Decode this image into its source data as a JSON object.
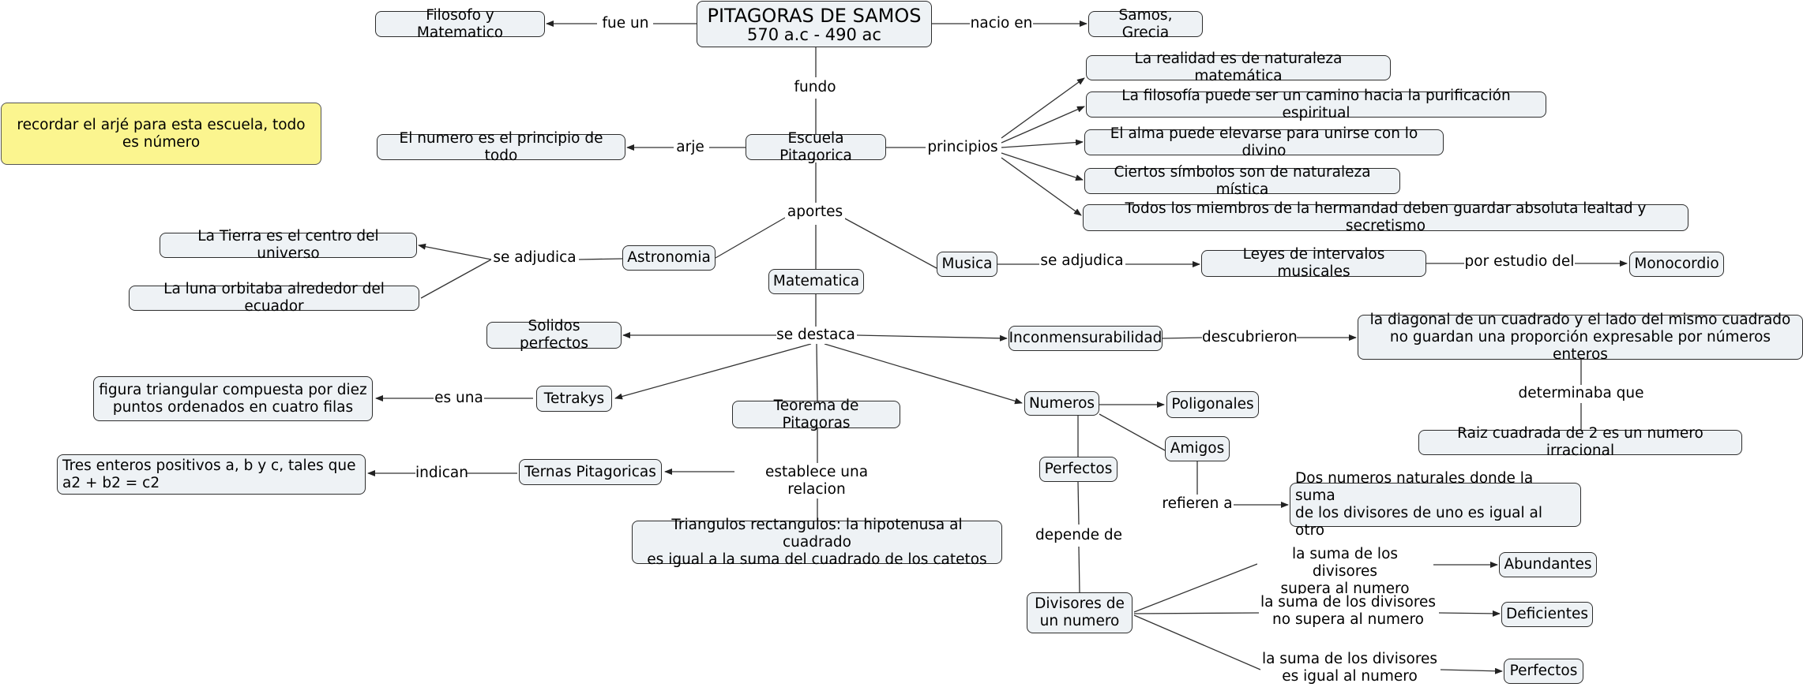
{
  "central": {
    "title": "PITAGORAS DE SAMOS",
    "subtitle": "570 a.c - 490 ac"
  },
  "nodes": {
    "filosofo": "Filosofo y Matematico",
    "samos": "Samos, Grecia",
    "escuela": "Escuela Pitagorica",
    "numero_principio": "El numero es el principio de todo",
    "p1": "La realidad es de naturaleza matemática",
    "p2": "La filosofía puede ser un camino hacia la purificación espiritual",
    "p3": "El alma puede elevarse para unirse con lo divino",
    "p4": "Ciertos símbolos son de naturaleza mística",
    "p5": "Todos los miembros de la hermandad deben guardar absoluta lealtad y secretismo",
    "astronomia": "Astronomia",
    "tierra": "La Tierra es el centro del universo",
    "luna": "La luna orbitaba alrededor del ecuador",
    "matematica": "Matematica",
    "musica": "Musica",
    "leyes": "Leyes de intervalos musicales",
    "monocordio": "Monocordio",
    "solidos": "Solidos perfectos",
    "inconmensurabilidad": "Inconmensurabilidad",
    "diagonal": "la diagonal de un cuadrado y el lado del mismo cuadrado\nno guardan una proporción expresable por números enteros",
    "raiz": "Raiz cuadrada de 2 es un numero irracional",
    "tetrakys": "Tetrakys",
    "figura": "figura triangular compuesta por diez\npuntos ordenados en cuatro filas",
    "teorema": "Teorema de Pitagoras",
    "numeros": "Numeros",
    "poligonales": "Poligonales",
    "amigos": "Amigos",
    "perfectos": "Perfectos",
    "ternas": "Ternas Pitagoricas",
    "tres_enteros": "Tres enteros positivos a, b y c, tales que\na2 + b2 = c2",
    "triangulos": "Triangulos rectangulos: la hipotenusa al cuadrado\nes igual a la suma del cuadrado de los catetos",
    "dos_numeros": "Dos numeros naturales donde la suma\nde los divisores de uno es igual al otro",
    "divisores": "Divisores de\nun numero",
    "abundantes": "Abundantes",
    "deficientes": "Deficientes",
    "perfectos2": "Perfectos"
  },
  "note": "recordar el arjé para esta escuela, todo es número",
  "labels": {
    "fue_un": "fue un",
    "nacio_en": "nacio en",
    "fundo": "fundo",
    "arje": "arje",
    "principios": "principios",
    "aportes": "aportes",
    "se_adjudica_astro": "se adjudica",
    "se_adjudica_musica": "se adjudica",
    "por_estudio": "por estudio del",
    "se_destaca": "se destaca",
    "descubrieron": "descubrieron",
    "determinaba": "determinaba que",
    "es_una": "es una",
    "indican": "indican",
    "establece": "establece una relacion",
    "refieren": "refieren a",
    "depende": "depende de",
    "supera": "la suma de los divisores\nsupera al numero",
    "no_supera": "la suma de los divisores\nno supera al numero",
    "igual": "la suma de los divisores\nes igual al numero"
  }
}
